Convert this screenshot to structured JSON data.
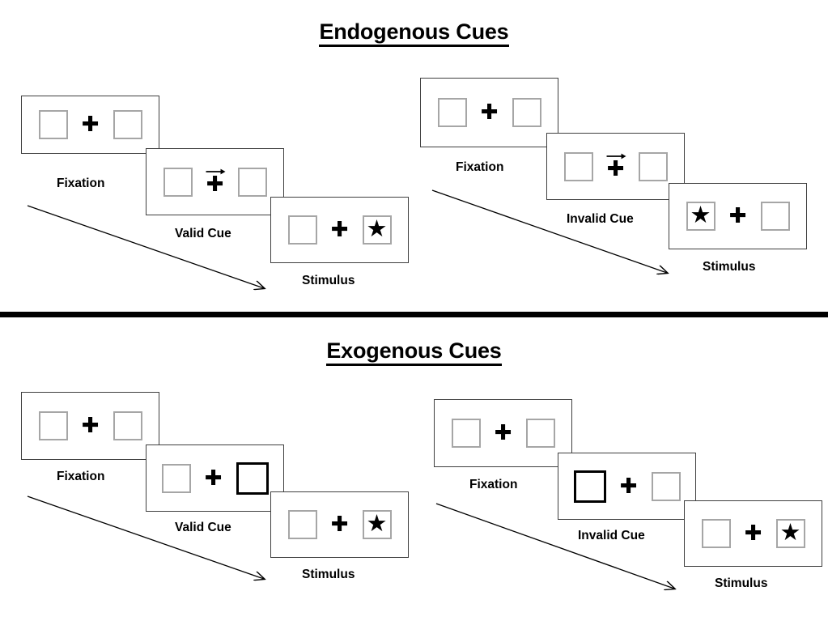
{
  "sections": [
    {
      "id": "endogenous",
      "title": "Endogenous Cues",
      "trials": [
        {
          "id": "endogenous-valid",
          "panels": [
            {
              "id": "fixation",
              "label": "Fixation",
              "cue_type": "none",
              "cued_side": "none",
              "star_side": "none"
            },
            {
              "id": "valid-cue",
              "label": "Valid Cue",
              "cue_type": "arrow-right",
              "cued_side": "right",
              "star_side": "none"
            },
            {
              "id": "stimulus",
              "label": "Stimulus",
              "cue_type": "none",
              "cued_side": "none",
              "star_side": "right"
            }
          ]
        },
        {
          "id": "endogenous-invalid",
          "panels": [
            {
              "id": "fixation",
              "label": "Fixation",
              "cue_type": "none",
              "cued_side": "none",
              "star_side": "none"
            },
            {
              "id": "invalid-cue",
              "label": "Invalid Cue",
              "cue_type": "arrow-right",
              "cued_side": "right",
              "star_side": "none"
            },
            {
              "id": "stimulus",
              "label": "Stimulus",
              "cue_type": "none",
              "cued_side": "none",
              "star_side": "left"
            }
          ]
        }
      ]
    },
    {
      "id": "exogenous",
      "title": "Exogenous Cues",
      "trials": [
        {
          "id": "exogenous-valid",
          "panels": [
            {
              "id": "fixation",
              "label": "Fixation",
              "cue_type": "none",
              "cued_side": "none",
              "star_side": "none"
            },
            {
              "id": "valid-cue",
              "label": "Valid Cue",
              "cue_type": "box-highlight",
              "cued_side": "right",
              "star_side": "none"
            },
            {
              "id": "stimulus",
              "label": "Stimulus",
              "cue_type": "none",
              "cued_side": "none",
              "star_side": "right"
            }
          ]
        },
        {
          "id": "exogenous-invalid",
          "panels": [
            {
              "id": "fixation",
              "label": "Fixation",
              "cue_type": "none",
              "cued_side": "none",
              "star_side": "none"
            },
            {
              "id": "invalid-cue",
              "label": "Invalid Cue",
              "cue_type": "box-highlight",
              "cued_side": "left",
              "star_side": "none"
            },
            {
              "id": "stimulus",
              "label": "Stimulus",
              "cue_type": "none",
              "cued_side": "none",
              "star_side": "right"
            }
          ]
        }
      ]
    }
  ],
  "glyphs": {
    "fixation_cross": "✚",
    "target_star": "★"
  },
  "colors": {
    "panel_border": "#3f3f3f",
    "box_border": "#a6a6a6",
    "cued_box_border": "#000000",
    "ink": "#000000",
    "background": "#ffffff"
  }
}
